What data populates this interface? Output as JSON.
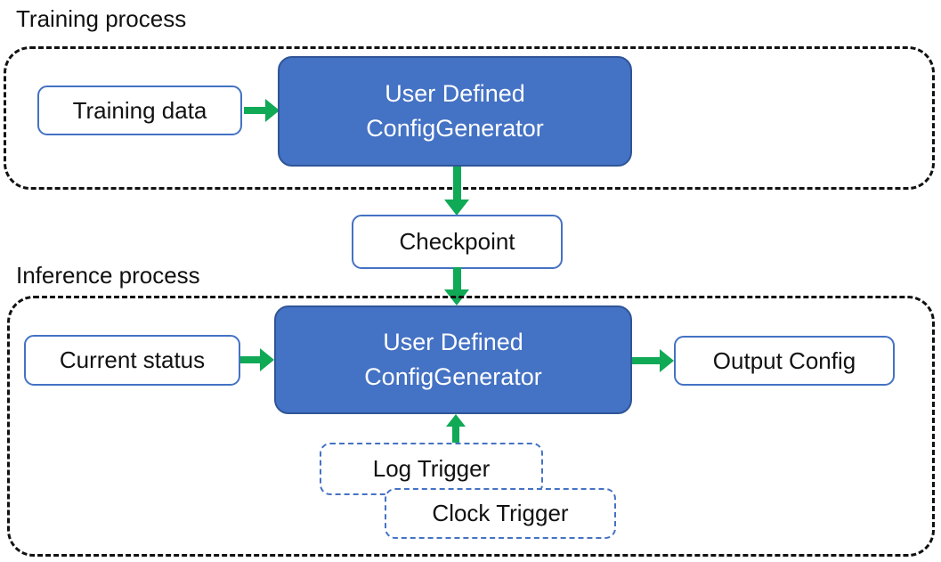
{
  "training": {
    "section_label": "Training process",
    "training_data_label": "Training data",
    "generator": {
      "line1": "User Defined",
      "line2": "ConfigGenerator"
    }
  },
  "checkpoint": {
    "label": "Checkpoint"
  },
  "inference": {
    "section_label": "Inference process",
    "current_status_label": "Current status",
    "generator": {
      "line1": "User Defined",
      "line2": "ConfigGenerator"
    },
    "output_config_label": "Output Config",
    "log_trigger_label": "Log Trigger",
    "clock_trigger_label": "Clock Trigger"
  },
  "colors": {
    "generator_fill": "#4472C4",
    "generator_border": "#2F5597",
    "outline_box_border": "#4472C4",
    "trigger_dashed_border": "#4472C4",
    "container_dashed_border": "#111111",
    "arrow_green": "#10A956",
    "text_dark": "#111111",
    "text_light": "#FFFFFF",
    "background": "#FFFFFF"
  }
}
